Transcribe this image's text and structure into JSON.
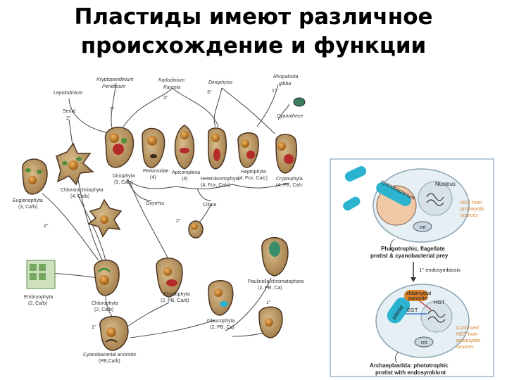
{
  "title": {
    "line1": "Пластиды имеют различное",
    "line2": "происхождение и функции"
  },
  "tree": {
    "top_labels": {
      "lepidodinium": "Lepidodinium",
      "kryptoperidinium": "Kryptoperidinium",
      "peridinium": "Peridinium",
      "karlodinium": "Karlodinium",
      "karenia": "Karenia",
      "dinophysis": "Dinophysis",
      "rhopalodia": "Rhopalodia",
      "gibba": "gibba",
      "cyanothece": "Cyanothece"
    },
    "endosymbiosis_marks": {
      "serial": "Serial",
      "two_a": "2°",
      "three_a": "3°",
      "three_b": "3°",
      "three_c": "3°",
      "one_a": "1°",
      "two_b": "2°",
      "two_c": "2°",
      "one_b": "1°",
      "one_c": "1°"
    },
    "groups": {
      "dinophyta": "Dinophyta",
      "dinophyta_sub": "(3, Ca/c)",
      "perkinsidae": "Perkinsidae",
      "perkinsidae_sub": "(4)",
      "apicomplexa": "Apicomplexa",
      "apicomplexa_sub": "(4)",
      "heterokontophyta": "Heterokontophyta",
      "heterokontophyta_sub": "(4, Fcx, Ca/c)",
      "haptophyta": "Haptophyta",
      "haptophyta_sub": "(4, Fcx, Ca/c)",
      "cryptophyta": "Cryptophyta",
      "cryptophyta_sub": "(4, PB, Ca/c",
      "euglenophyta": "Euglenophyta",
      "euglenophyta_sub": "(3, Ca/b)",
      "chlorarachniophyta": "Chlorarachniophyta",
      "chlorarachniophyta_sub": "(4, Ca/b)",
      "oxyrrhis": "Oxyrrhis",
      "ciliata": "Ciliata",
      "embryophyta": "Embryophyta",
      "embryophyta_sub": "(2, Ca/b)",
      "chlorophyta": "Chlorophyta",
      "chlorophyta_sub": "(2, Ca/b)",
      "rhodophyta": "Rhodophyta",
      "rhodophyta_sub": "(2, PB, Ca/d)",
      "paulinella": "Paulinella chromatophora",
      "paulinella_sub": "(2, PB, Ca)",
      "glaucophyta": "Glaucophyta",
      "glaucophyta_sub": "(2, PB, Ca)",
      "cyano_ancestor": "Cyanobacterial ancestor",
      "cyano_ancestor_sub": "(PB,Ca/b)"
    }
  },
  "inset": {
    "cyanobacterium": "cyanobacterium",
    "nucleus": "Nucleus",
    "mt_top": "mt",
    "hgt_top_1": "HGT from",
    "hgt_top_2": "prokaryotic",
    "hgt_top_3": "sources",
    "caption_top_1": "Phagotrophic, flagellate",
    "caption_top_2": "protist & cyanobacterial prey",
    "arrow_label": "1° endosymbiosis",
    "plastid": "plastid",
    "chlamydial_1": "chlamydial",
    "chlamydial_2": "parasite",
    "egt": "EGT",
    "hgt": "HGT",
    "mt_bottom": "mt",
    "cont_1": "Continued",
    "cont_2": "HGT from",
    "cont_3": "prokaryotic",
    "cont_4": "sources",
    "caption_bottom_1": "Archaeplastida: phototrophic",
    "caption_bottom_2": "protist with endosymbiont"
  },
  "colors": {
    "cell_fill": "#b5935e",
    "cell_stroke": "#4a3320",
    "nucleus": "#c4862d",
    "plastid_red": "#b52a2a",
    "plastid_green": "#4f8f35",
    "cyan_prey": "#2bb3cf",
    "inset_border": "#9fb7c8",
    "hgt_orange": "#d9822b"
  }
}
